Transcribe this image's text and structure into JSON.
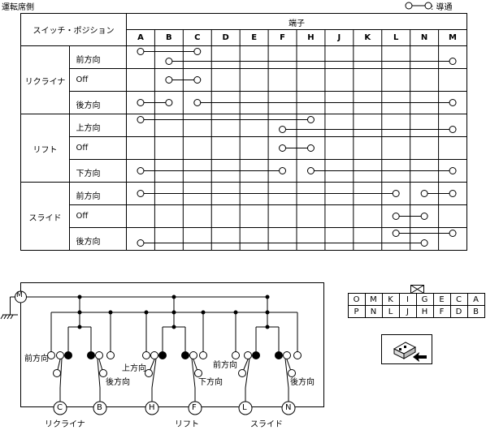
{
  "title": "運転席側",
  "legend": {
    "label": ": 導通"
  },
  "table": {
    "header_switch": "スイッチ・ポジション",
    "header_terminal": "端子",
    "columns": [
      "A",
      "B",
      "C",
      "D",
      "E",
      "F",
      "H",
      "J",
      "K",
      "L",
      "N",
      "M"
    ],
    "groups": [
      {
        "name": "リクライナ",
        "rows": [
          {
            "label": "前方向"
          },
          {
            "label": "Off"
          },
          {
            "label": "後方向"
          }
        ]
      },
      {
        "name": "リフト",
        "rows": [
          {
            "label": "上方向"
          },
          {
            "label": "Off"
          },
          {
            "label": "下方向"
          }
        ]
      },
      {
        "name": "スライド",
        "rows": [
          {
            "label": "前方向"
          },
          {
            "label": "Off"
          },
          {
            "label": "後方向"
          }
        ]
      }
    ]
  },
  "diagram": {
    "motor_label": "M",
    "terminals": [
      "C",
      "B",
      "H",
      "F",
      "L",
      "N"
    ],
    "group_labels": [
      "リクライナ",
      "リフト",
      "スライド"
    ],
    "direction_labels": [
      "前方向",
      "後方向",
      "上方向",
      "下方向",
      "前方向",
      "後方向"
    ]
  },
  "connector": {
    "row1": [
      "O",
      "M",
      "K",
      "I",
      "G",
      "E",
      "C",
      "A"
    ],
    "row2": [
      "P",
      "N",
      "L",
      "J",
      "H",
      "F",
      "D",
      "B"
    ]
  }
}
